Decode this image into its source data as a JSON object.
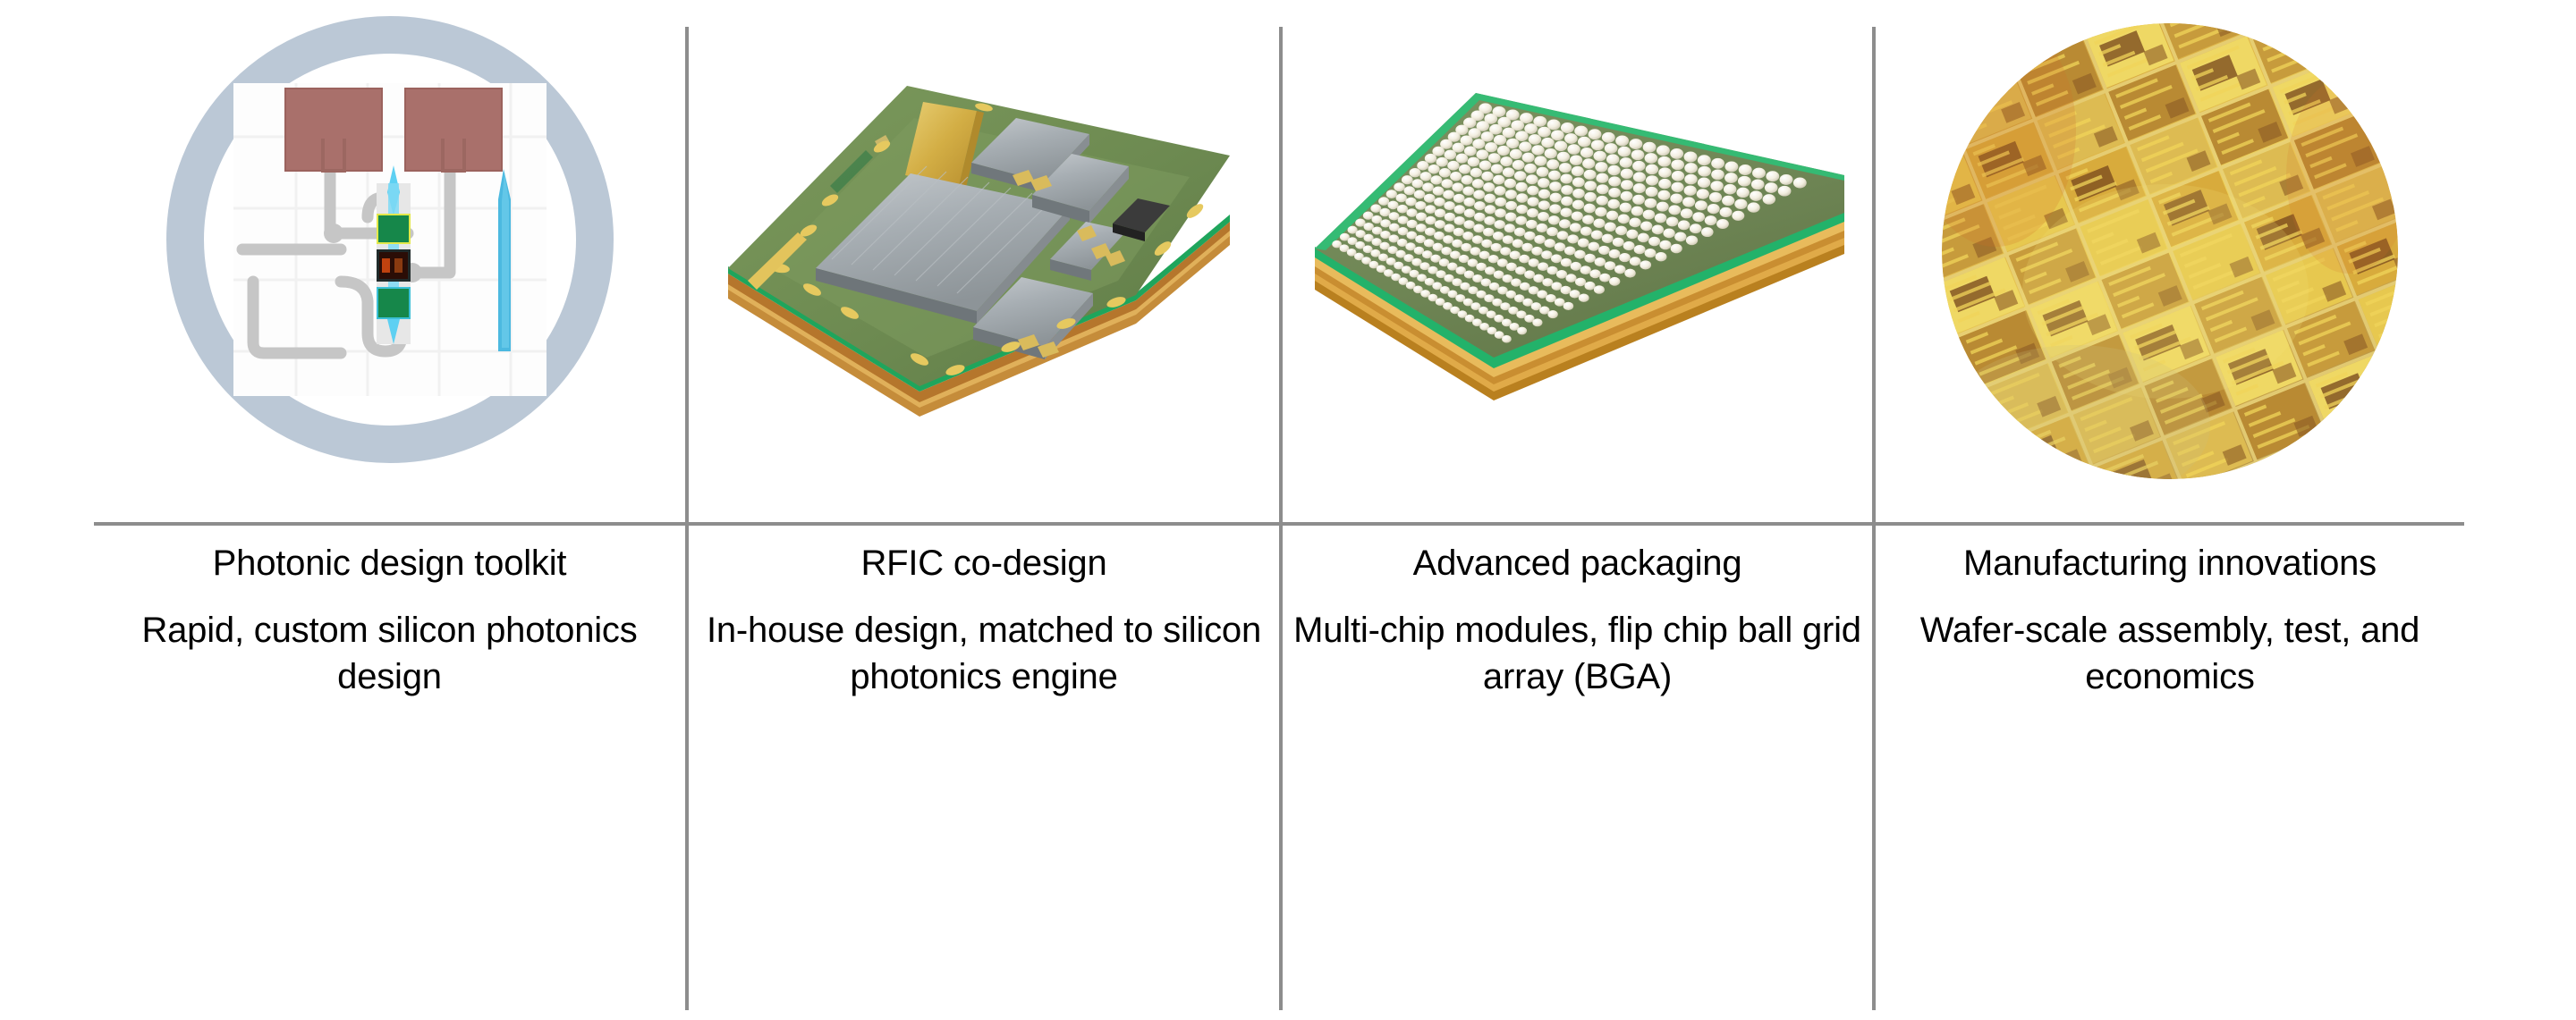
{
  "layout": {
    "background": "#ffffff",
    "rule_color": "#8d8d8d",
    "text_color": "#000000",
    "columns": 4
  },
  "columns": [
    {
      "id": "photonic-design-toolkit",
      "title": "Photonic design toolkit",
      "body": "Rapid, custom silicon photonics design",
      "image": {
        "name": "photonic-circuit-icon",
        "kind": "illustration",
        "description": "circular blue-gray ring enclosing a silicon photonics layout schematic",
        "colors": {
          "ring": "#bbc8d6",
          "pad": "#a9706b",
          "waveguide": "#c9c9c9",
          "modulator": "#1d8f4e",
          "detector": "#2b0f08",
          "beam": "#3fc6ef",
          "grid": "#f0f0f0"
        }
      }
    },
    {
      "id": "rfic-co-design",
      "title": "RFIC co-design",
      "body": "In-house design, matched to silicon photonics engine",
      "image": {
        "name": "rfic-module-photo",
        "kind": "photograph",
        "description": "green PCB module tilted in perspective with silver shielded dies, gold trace pad, and gold plated edge",
        "colors": {
          "pcb_top": "#6f8c52",
          "pcb_edge": "#1aa05a",
          "pcb_side": "#c98f3d",
          "die": "#a9afb4",
          "gold": "#d6b24a",
          "pad": "#e0c24f"
        }
      }
    },
    {
      "id": "advanced-packaging",
      "title": "Advanced packaging",
      "body": "Multi-chip modules, flip chip ball grid array (BGA)",
      "image": {
        "name": "bga-package-photo",
        "kind": "photograph",
        "description": "flip chip ball grid array package viewed from the ball side, white solder balls arranged in a dense grid on a green substrate with gold side walls",
        "colors": {
          "substrate": "#73885a",
          "edge": "#1faa62",
          "side": "#c7913c",
          "ball": "#f5f2e6"
        },
        "ball_grid": {
          "rows": 22,
          "cols": 26
        }
      }
    },
    {
      "id": "manufacturing-innovations",
      "title": "Manufacturing innovations",
      "body": "Wafer-scale assembly, test, and economics",
      "image": {
        "name": "silicon-wafer-photo",
        "kind": "photograph",
        "description": "circular crop of a patterned silicon wafer showing a grid of golden-amber dies with scribe lines",
        "colors": {
          "base": "#c79b3c",
          "highlight": "#f0d45a",
          "die_dark": "#7a4a1e",
          "scribe": "#e8d27a"
        }
      }
    }
  ]
}
